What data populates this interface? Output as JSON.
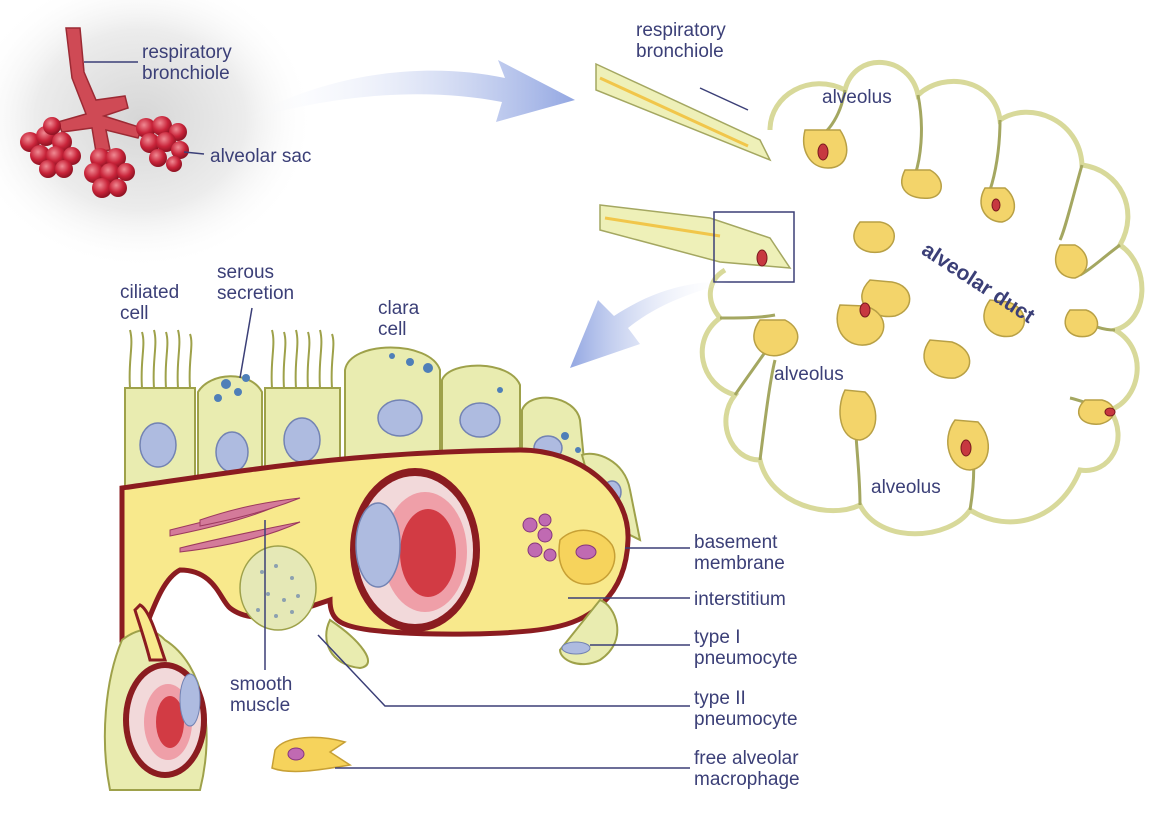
{
  "labels": {
    "thumb_bronchiole": "respiratory bronchiole",
    "thumb_sac": "alveolar sac",
    "duct_bronchiole": "respiratory bronchiole",
    "alveolus_top": "alveolus",
    "alveolar_duct": "alveolar duct",
    "alveolus_mid": "alveolus",
    "alveolus_bottom": "alveolus",
    "ciliated_cell": "ciliated cell",
    "serous_secretion": "serous secretion",
    "clara_cell": "clara cell",
    "basement_membrane": "basement membrane",
    "interstitium": "interstitium",
    "type1": "type I pneumocyte",
    "type2": "type II pneumocyte",
    "smooth_muscle": "smooth muscle",
    "macrophage": "free alveolar macrophage"
  },
  "colors": {
    "label_text": "#3b3f77",
    "tissue_fill": "#eef0b8",
    "tissue_stroke": "#9ea14a",
    "interstitium": "#f8e98c",
    "vessel_outer": "#8b1c20",
    "blood": "#d23b44",
    "arrow": "#9fb0e4",
    "nucleus": "#aebbe0"
  }
}
